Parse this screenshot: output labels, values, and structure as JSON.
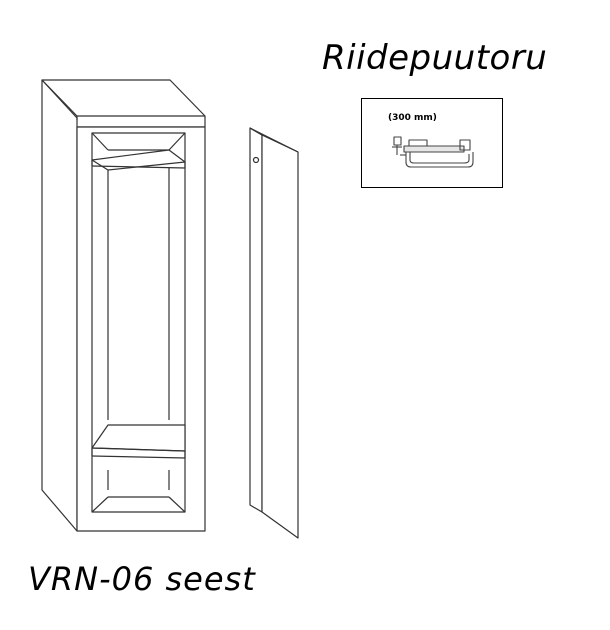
{
  "title": "Riidepuutoru",
  "caption": "VRN-06 seest",
  "detail": {
    "dimension_label": "(300 mm)",
    "icon": "hanger-rail-icon"
  }
}
